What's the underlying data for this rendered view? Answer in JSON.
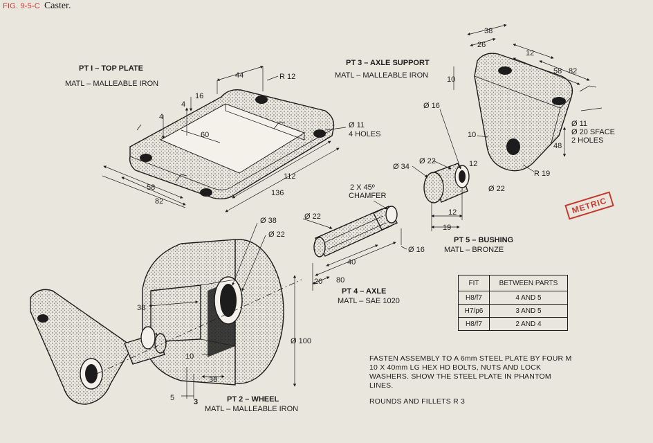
{
  "figure": {
    "number": "FIG. 9-5-C",
    "title": "Caster."
  },
  "stamp": "METRIC",
  "parts": {
    "top_plate": {
      "name": "PT I – TOP PLATE",
      "material": "MATL – MALLEABLE IRON"
    },
    "wheel": {
      "name": "PT 2 – WHEEL",
      "material": "MATL – MALLEABLE IRON"
    },
    "axle_support": {
      "name": "PT 3 – AXLE SUPPORT",
      "material": "MATL – MALLEABLE IRON"
    },
    "axle": {
      "name": "PT 4 – AXLE",
      "material": "MATL – SAE 1020"
    },
    "bushing": {
      "name": "PT 5 – BUSHING",
      "material": "MATL – BRONZE"
    }
  },
  "dimensions": {
    "top_plate": {
      "d44": "44",
      "r12": "R 12",
      "d16": "16",
      "d4a": "4",
      "d4b": "4",
      "d60": "60",
      "hole": "Ø 11",
      "holes": "4 HOLES",
      "d112": "112",
      "d136": "136",
      "d58": "58",
      "d82": "82"
    },
    "axle_support": {
      "d38": "38",
      "d26": "26",
      "d12": "12",
      "d58": "58",
      "d82": "82",
      "d10a": "10",
      "d10b": "10",
      "hole": "Ø 11",
      "space": "Ø 20 SFACE",
      "holes": "2 HOLES",
      "d48": "48",
      "r19": "R 19",
      "d12b": "12",
      "d22": "Ø 22"
    },
    "bushing": {
      "d16": "Ø 16",
      "d22": "Ø 22",
      "d34": "Ø 34",
      "d12": "12",
      "d19": "19"
    },
    "axle": {
      "chamfer1": "2 X 45º",
      "chamfer2": "CHAMFER",
      "d22": "Ø 22",
      "d16": "Ø 16",
      "d40": "40",
      "d80": "80",
      "d20": "20"
    },
    "wheel": {
      "d38a": "Ø 38",
      "d22": "Ø 22",
      "d38b": "38",
      "d100": "Ø 100",
      "d10": "10",
      "d38c": "38",
      "d5": "5",
      "d3": "3"
    }
  },
  "fit_table": {
    "headers": [
      "FIT",
      "BETWEEN PARTS"
    ],
    "rows": [
      [
        "H8/f7",
        "4 AND 5"
      ],
      [
        "H7/p6",
        "3 AND 5"
      ],
      [
        "H8/f7",
        "2 AND 4"
      ]
    ]
  },
  "notes": [
    "FASTEN ASSEMBLY TO A 6mm STEEL PLATE BY FOUR M 10 X 40mm LG HEX HD BOLTS, NUTS AND LOCK WASHERS. SHOW THE STEEL PLATE IN PHANTOM LINES.",
    "ROUNDS AND FILLETS R 3"
  ]
}
